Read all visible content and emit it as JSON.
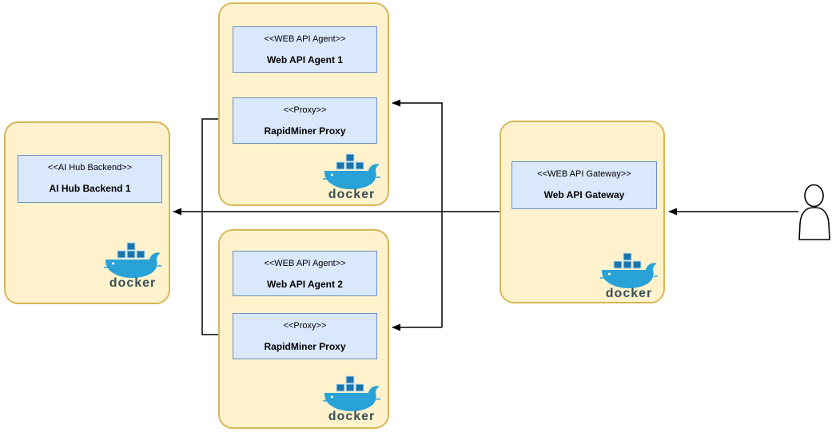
{
  "diagram_type": "deployment-diagram",
  "colors": {
    "container_fill": "#FFF2CC",
    "container_border": "#D6B656",
    "component_fill": "#DAE8FC",
    "component_border": "#6C8EBF",
    "connector": "#000000",
    "docker_blue": "#28A2D7",
    "docker_dark_blue": "#1C74AD",
    "docker_outline": "#BFE3F5",
    "docker_text": "#3A4E55"
  },
  "docker_label": "docker",
  "containers": {
    "agent1": {
      "components": {
        "agent": {
          "stereotype": "<<WEB API Agent>>",
          "name": "Web API Agent 1"
        },
        "proxy": {
          "stereotype": "<<Proxy>>",
          "name": "RapidMiner Proxy"
        }
      }
    },
    "aihub": {
      "components": {
        "backend": {
          "stereotype": "<<AI Hub Backend>>",
          "name": "AI Hub Backend 1"
        }
      }
    },
    "gateway": {
      "components": {
        "gateway": {
          "stereotype": "<<WEB API Gateway>>",
          "name": "Web API Gateway"
        }
      }
    },
    "agent2": {
      "components": {
        "agent": {
          "stereotype": "<<WEB API Agent>>",
          "name": "Web API Agent 2"
        },
        "proxy": {
          "stereotype": "<<Proxy>>",
          "name": "RapidMiner Proxy"
        }
      }
    }
  }
}
